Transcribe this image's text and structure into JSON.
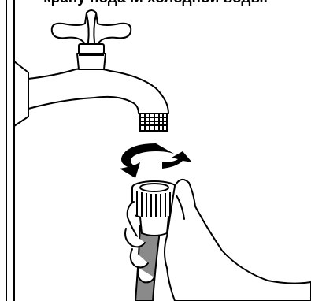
{
  "caption": {
    "text": "крану подачи холодной воды."
  },
  "illustration": {
    "subject": "connecting inlet hose to cold water tap",
    "icons": [
      "wall",
      "faucet",
      "tap-handle",
      "threaded-spout",
      "rotate-arrow-icon",
      "hand",
      "hose-nut",
      "inlet-hose"
    ],
    "stroke_color": "#000000",
    "fill_color": "#ffffff",
    "arrow_color": "#000000",
    "hose_color": "#8a8a8a"
  }
}
